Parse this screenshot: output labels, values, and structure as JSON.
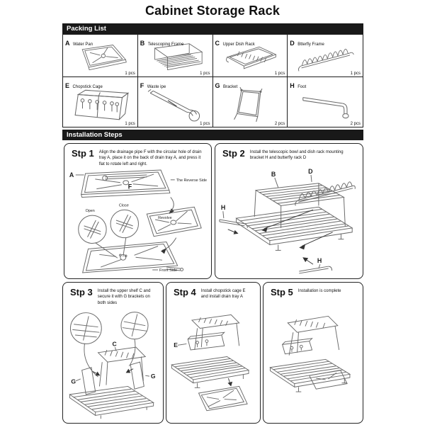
{
  "title": "Cabinet Storage Rack",
  "packing_list": {
    "header": "Packing List",
    "items": [
      {
        "letter": "A",
        "name": "Water Pan",
        "qty": "1 pcs"
      },
      {
        "letter": "B",
        "name": "Telescoping Frame",
        "qty": "1 pcs"
      },
      {
        "letter": "C",
        "name": "Upper Dish Rack",
        "qty": "1 pcs"
      },
      {
        "letter": "D",
        "name": "Btterfly Frame",
        "qty": "1 pcs"
      },
      {
        "letter": "E",
        "name": "Chopstick Cage",
        "qty": "1 pcs"
      },
      {
        "letter": "F",
        "name": "Waste ipe",
        "qty": "1 pcs"
      },
      {
        "letter": "G",
        "name": "Bracket",
        "qty": "2 pcs"
      },
      {
        "letter": "H",
        "name": "Foot",
        "qty": "2 pcs"
      }
    ]
  },
  "installation": {
    "header": "Installation Steps",
    "steps": {
      "s1": {
        "label": "Stp 1",
        "text": "Align the drainage pipe F with the circular hole of drain tray A, place it on the back of drain tray A, and press it flat to rotate left and right."
      },
      "s2": {
        "label": "Stp 2",
        "text": "Install the telescopic bowl and dish rack mounting bracket H and butterfly rack D"
      },
      "s3": {
        "label": "Stp 3",
        "text": "Install the upper shelf C and secure it with G brackets on both sides"
      },
      "s4": {
        "label": "Stp 4",
        "text": "Install chopstick cage E and install drain tray A"
      },
      "s5": {
        "label": "Stp 5",
        "text": "Installation is complete"
      }
    },
    "annotations": {
      "step1": {
        "part_a": "A",
        "part_f": "F",
        "reverse_side": "The Reverse Side",
        "open": "Open",
        "close": "Close",
        "revolve": "Revolve",
        "front_side": "Front Side"
      },
      "step2": {
        "part_b": "B",
        "part_d": "D",
        "part_h_left": "H",
        "part_h_right": "H"
      },
      "step3": {
        "part_c": "C",
        "part_g_left": "G",
        "part_g_right": "G"
      },
      "step4": {
        "part_e": "E"
      }
    }
  },
  "colors": {
    "header_bar": "#191919",
    "header_text": "#ffffff",
    "border": "#1d1d1d",
    "line_art": "#6a6a6a",
    "text": "#111111",
    "background": "#ffffff"
  }
}
